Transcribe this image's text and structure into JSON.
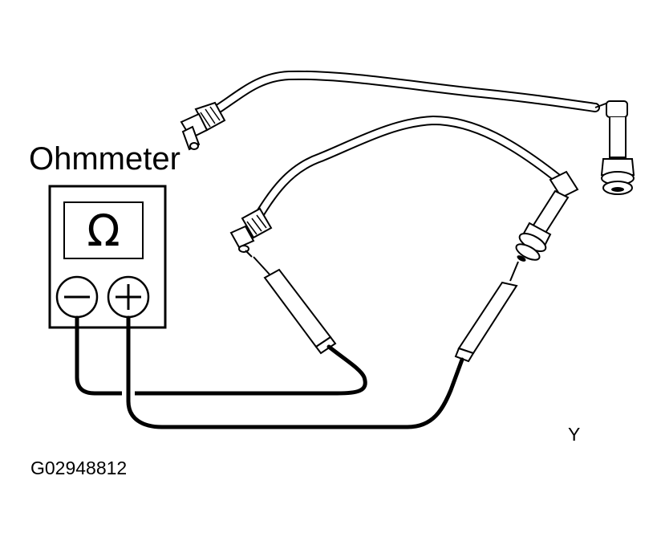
{
  "diagram": {
    "title": "Ohmmeter",
    "meter_symbol": "Ω",
    "figure_code": "G02948812",
    "corner_letter": "Y"
  },
  "icons": {
    "meter": "ohmmeter-icon",
    "negative": "minus-terminal-icon",
    "positive": "plus-terminal-icon",
    "lead": "ignition-wire-icon"
  },
  "colors": {
    "line": "#000000",
    "background": "#ffffff"
  }
}
